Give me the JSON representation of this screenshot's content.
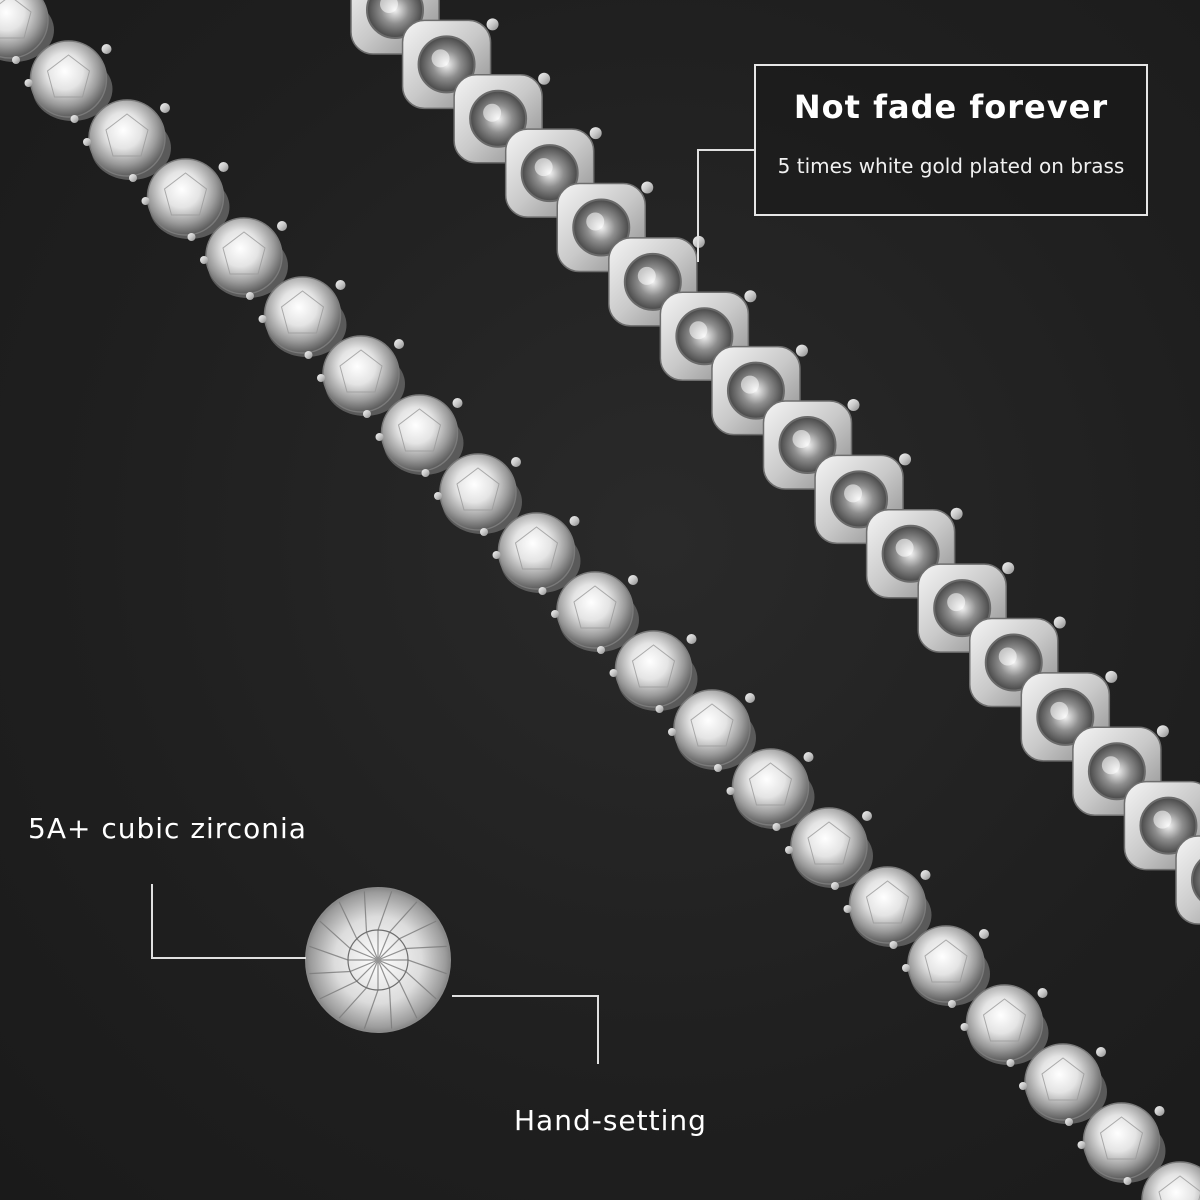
{
  "feature_callout": {
    "title": "Not fade forever",
    "subtitle": "5 times white gold plated on brass"
  },
  "stone_label": "5A+ cubic zirconia",
  "setting_label": "Hand-setting",
  "colors": {
    "background": "#232323",
    "metal": "#d9d9d9",
    "callout_border": "#e6e6e6",
    "text": "#ffffff"
  }
}
